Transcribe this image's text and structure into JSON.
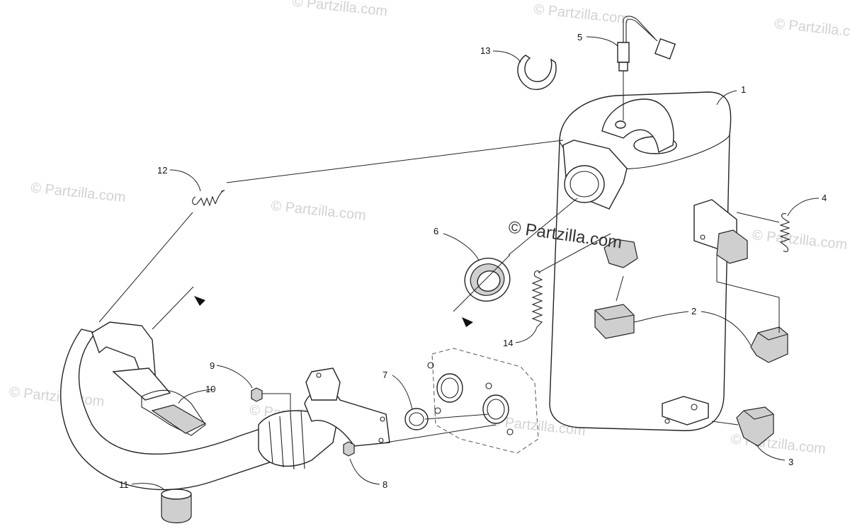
{
  "diagram": {
    "watermark_text": "© Partzilla.com",
    "center_watermark_text": "© Partzilla.com",
    "callouts": [
      {
        "id": "1",
        "label": "1"
      },
      {
        "id": "2",
        "label": "2"
      },
      {
        "id": "3",
        "label": "3"
      },
      {
        "id": "4",
        "label": "4"
      },
      {
        "id": "5",
        "label": "5"
      },
      {
        "id": "6",
        "label": "6"
      },
      {
        "id": "7",
        "label": "7"
      },
      {
        "id": "8",
        "label": "8"
      },
      {
        "id": "9",
        "label": "9"
      },
      {
        "id": "10",
        "label": "10"
      },
      {
        "id": "11",
        "label": "11"
      },
      {
        "id": "12",
        "label": "12"
      },
      {
        "id": "13",
        "label": "13"
      },
      {
        "id": "14",
        "label": "14"
      }
    ]
  }
}
